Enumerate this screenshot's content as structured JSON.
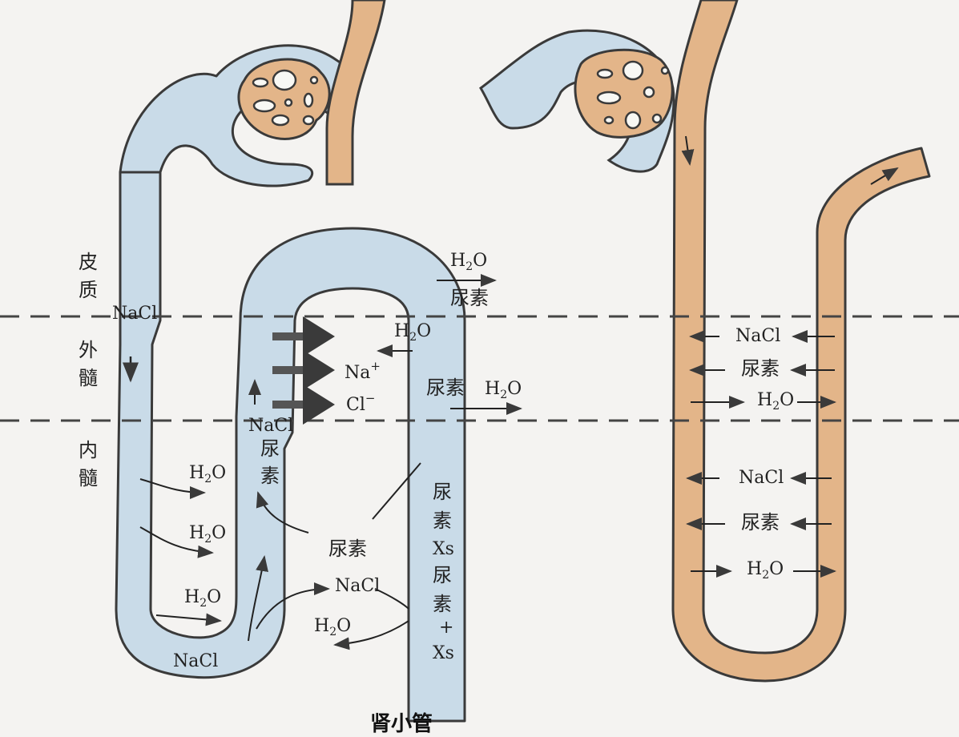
{
  "zones": {
    "cortex": "皮质",
    "outer_medulla": "外髓",
    "inner_medulla": "内髓"
  },
  "title": "肾小管",
  "labels": {
    "nacl": "NaCl",
    "h2o_h": "H",
    "h2o_2": "2",
    "h2o_o": "O",
    "urea": "尿素",
    "na": "Na",
    "na_sup": "+",
    "cl": "Cl",
    "cl_sup": "−",
    "xs": "Xs",
    "plus": "+"
  },
  "colors": {
    "tubule": "#c9dbe8",
    "vessel": "#e3b589",
    "outline": "#3a3a3a",
    "arrow": "#3a3a3a"
  }
}
